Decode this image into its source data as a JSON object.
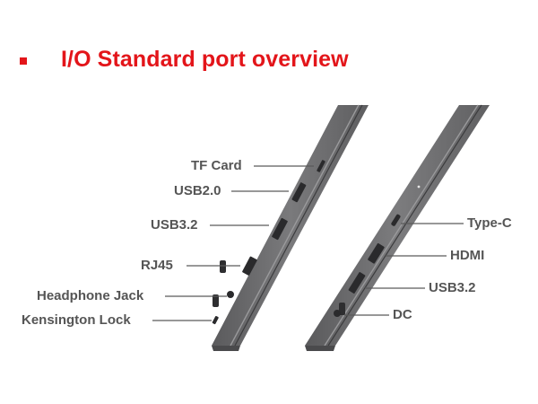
{
  "header": {
    "title": "I/O Standard port overview"
  },
  "colors": {
    "accent": "#e3151a",
    "label": "#555555",
    "leader": "#5a5a5a",
    "laptop_body": "#6e6e70",
    "laptop_edge": "#4a4a4c",
    "port": "#2a2a2c"
  },
  "left_side": {
    "ports": [
      {
        "id": "tf-card",
        "label": "TF Card"
      },
      {
        "id": "usb20",
        "label": "USB2.0"
      },
      {
        "id": "usb32-left",
        "label": "USB3.2"
      },
      {
        "id": "rj45",
        "label": "RJ45"
      },
      {
        "id": "headphone-jack",
        "label": "Headphone Jack"
      },
      {
        "id": "kensington-lock",
        "label": "Kensington Lock"
      }
    ]
  },
  "right_side": {
    "ports": [
      {
        "id": "type-c",
        "label": "Type-C"
      },
      {
        "id": "hdmi",
        "label": "HDMI"
      },
      {
        "id": "usb32-right",
        "label": "USB3.2"
      },
      {
        "id": "dc",
        "label": "DC"
      }
    ]
  }
}
